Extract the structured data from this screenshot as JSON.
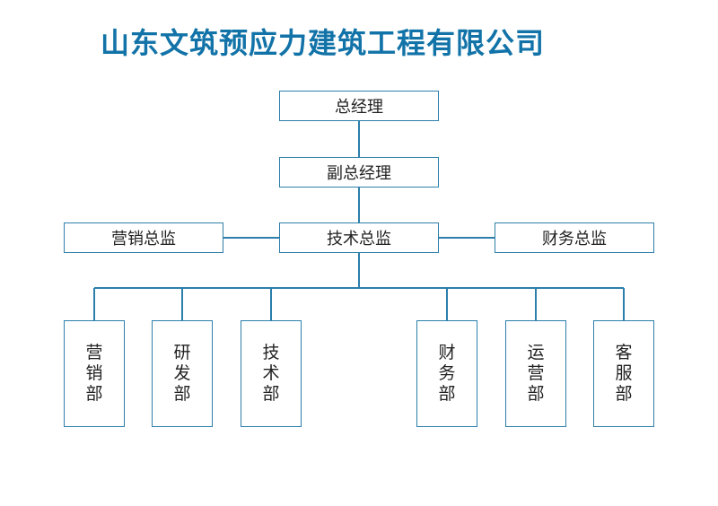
{
  "title": "山东文筑预应力建筑工程有限公司",
  "org": {
    "general_manager": "总经理",
    "deputy_general_manager": "副总经理",
    "directors": {
      "marketing": "营销总监",
      "technical": "技术总监",
      "finance": "财务总监"
    },
    "departments": [
      "营销部",
      "研发部",
      "技术部",
      "财务部",
      "运营部",
      "客服部"
    ]
  },
  "colors": {
    "title": "#1273a8",
    "line": "#2c7fab",
    "text": "#222222"
  }
}
